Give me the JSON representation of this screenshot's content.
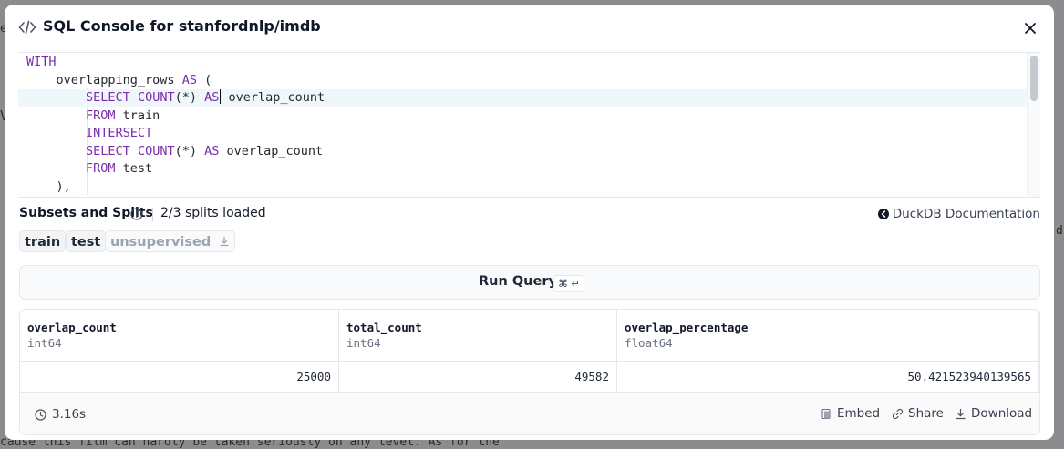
{
  "background": {
    "snippet_left": "e",
    "snippet_v": "V",
    "snippet_right": "d",
    "bottom_line": "cause this film can hardly be taken seriously on any level. As for the"
  },
  "modal": {
    "title": "SQL Console for stanfordnlp/imdb",
    "close_icon": "close-icon",
    "code_icon": "code-brackets-icon"
  },
  "editor": {
    "lines": [
      "WITH",
      "    overlapping_rows AS (",
      "        SELECT COUNT(*) AS overlap_count",
      "        FROM train",
      "        INTERSECT",
      "        SELECT COUNT(*) AS overlap_count",
      "        FROM test",
      "    ),"
    ]
  },
  "subsets": {
    "label": "Subsets and Splits",
    "status": "2/3 splits loaded",
    "docs_link": "DuckDB Documentation",
    "splits": [
      {
        "label": "train",
        "loaded": true
      },
      {
        "label": "test",
        "loaded": true
      },
      {
        "label": "unsupervised",
        "loaded": false
      }
    ]
  },
  "run": {
    "label": "Run Query",
    "shortcut": "⌘ ↵"
  },
  "results": {
    "columns": [
      {
        "name": "overlap_count",
        "type": "int64",
        "value": "25000"
      },
      {
        "name": "total_count",
        "type": "int64",
        "value": "49582"
      },
      {
        "name": "overlap_percentage",
        "type": "float64",
        "value": "50.421523940139565"
      }
    ],
    "time": "3.16s",
    "actions": {
      "embed": "Embed",
      "share": "Share",
      "download": "Download"
    }
  },
  "colors": {
    "keyword": "#7a2eab",
    "active_line": "#f0f7fb",
    "border": "#e5e7eb",
    "backdrop": "#8c8c8e"
  }
}
